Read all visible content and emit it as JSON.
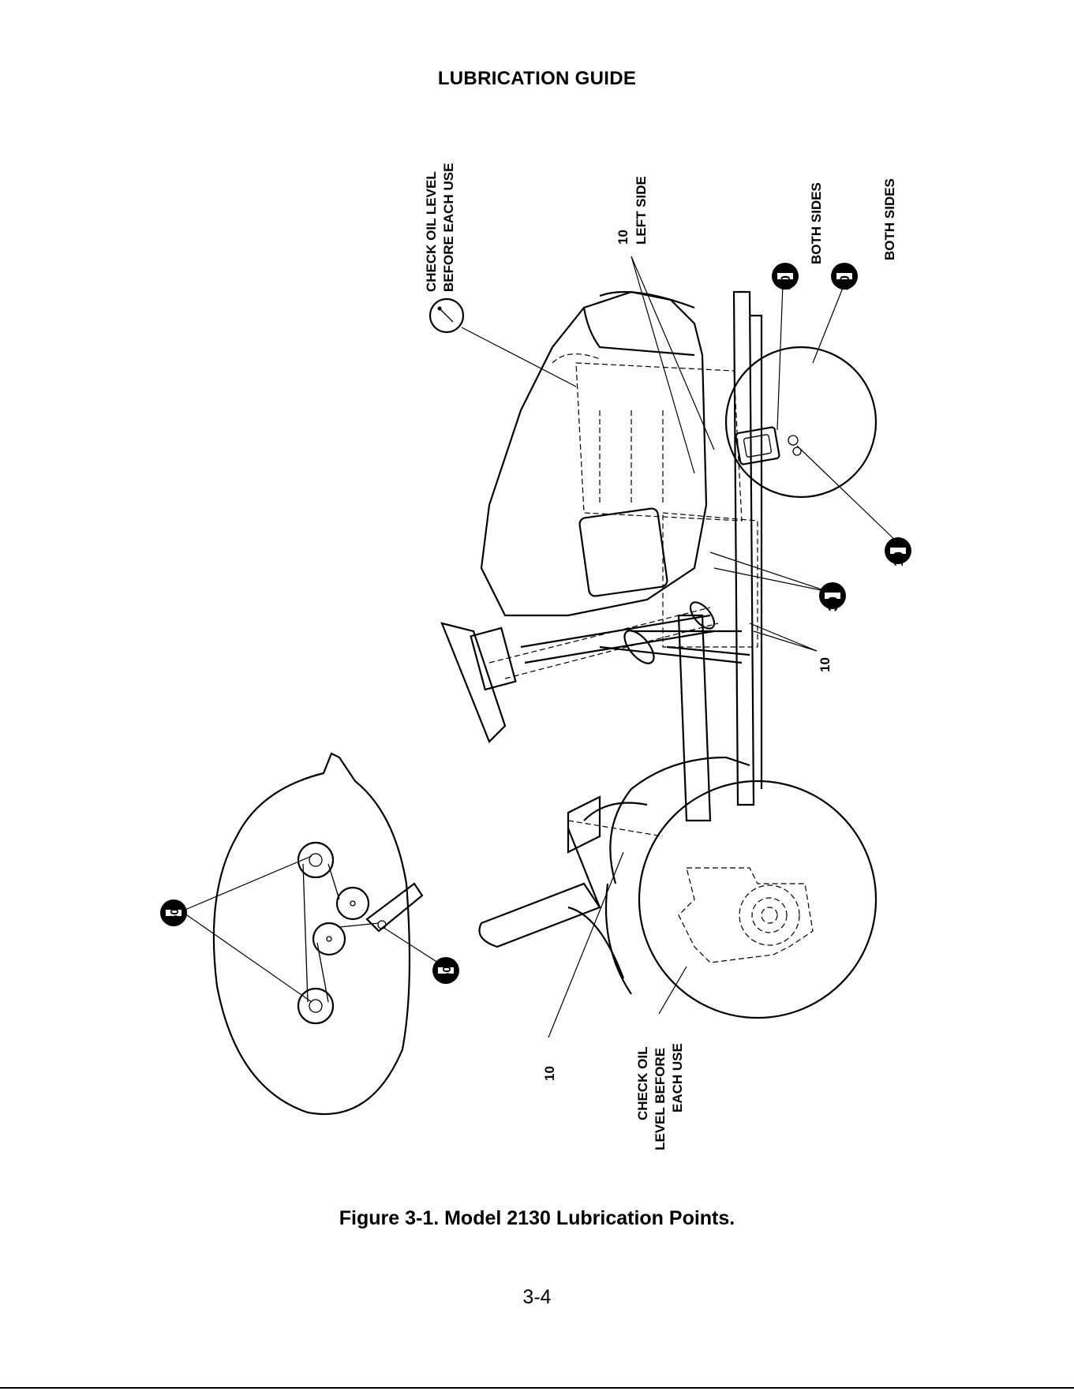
{
  "page": {
    "title": "LUBRICATION GUIDE",
    "caption": "Figure 3-1. Model 2130 Lubrication Points.",
    "page_number": "3-4"
  },
  "callouts": {
    "check_oil_engine_line1": "CHECK OIL LEVEL",
    "check_oil_engine_line2": "BEFORE EACH USE",
    "left_side_interval": "10",
    "left_side_label": "LEFT SIDE",
    "both_sides_1_interval": "10",
    "both_sides_1_label": "BOTH SIDES",
    "both_sides_2_interval": "30",
    "both_sides_2_label": "BOTH SIDES",
    "front_axle_interval": "10",
    "steering_interval": "30",
    "pivot_interval": "10",
    "rear_pivot_interval": "10",
    "check_oil_trans_line1": "CHECK OIL",
    "check_oil_trans_line2": "LEVEL BEFORE",
    "check_oil_trans_line3": "EACH USE",
    "deck_spindle_interval": "50",
    "deck_idler_interval": "50"
  },
  "icons": {
    "oil_can": "oil-can-icon",
    "grease_gun": "grease-gun-icon",
    "dipstick": "dipstick-icon"
  }
}
